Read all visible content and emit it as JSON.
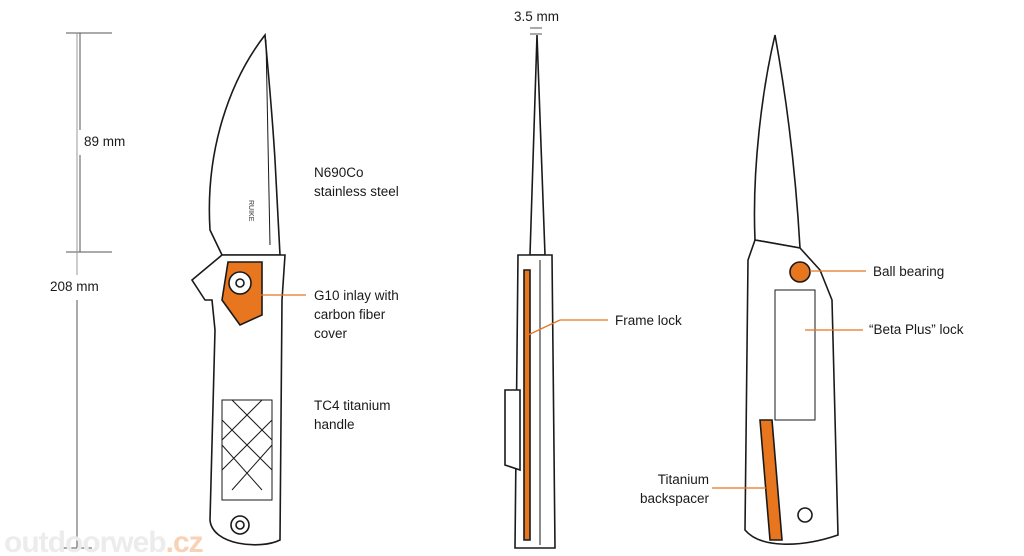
{
  "dimensions": {
    "thickness": "3.5 mm",
    "blade_length": "89 mm",
    "overall_length": "208 mm"
  },
  "callouts": {
    "blade_steel": [
      "N690Co",
      "stainless steel"
    ],
    "inlay": [
      "G10 inlay with",
      "carbon fiber",
      "cover"
    ],
    "handle": [
      "TC4 titanium",
      "handle"
    ],
    "frame_lock": "Frame lock",
    "ball_bearing": "Ball bearing",
    "beta_plus": "“Beta Plus” lock",
    "backspacer": [
      "Titanium",
      "backspacer"
    ]
  },
  "brand_mark": "RUIKE",
  "watermark": {
    "main": "outdoorweb",
    "tld": ".cz"
  },
  "colors": {
    "accent": "#e8761f",
    "line": "#1a1a1a"
  }
}
